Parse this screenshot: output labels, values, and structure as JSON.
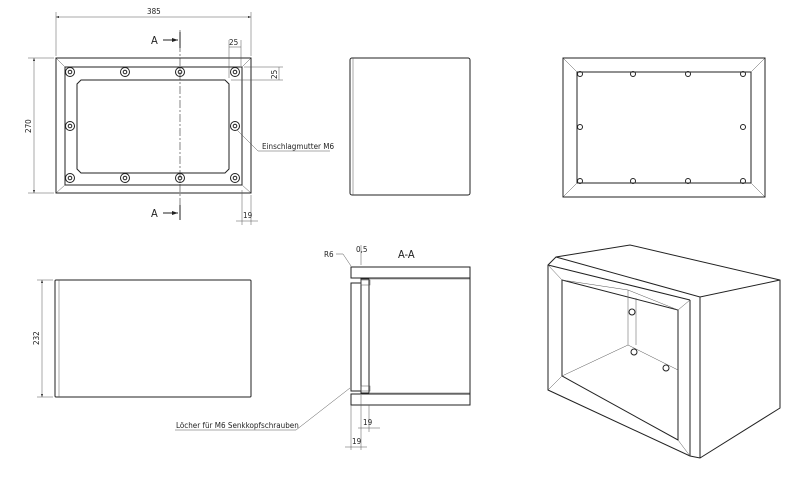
{
  "drawing": {
    "front_view": {
      "dim_width": "385",
      "dim_height": "270",
      "dim_frame_x": "25",
      "dim_frame_y": "25",
      "dim_depth": "19",
      "section_mark_top": "A",
      "section_mark_bottom": "A",
      "note": "Einschlagmutter M6"
    },
    "bottom_view": {
      "dim_height": "232"
    },
    "section_view": {
      "title": "A-A",
      "radius": "R6",
      "gap": "0,5",
      "dim_inner": "19",
      "dim_outer": "19",
      "note": "Löcher für M6 Senkkopfschrauben"
    }
  }
}
